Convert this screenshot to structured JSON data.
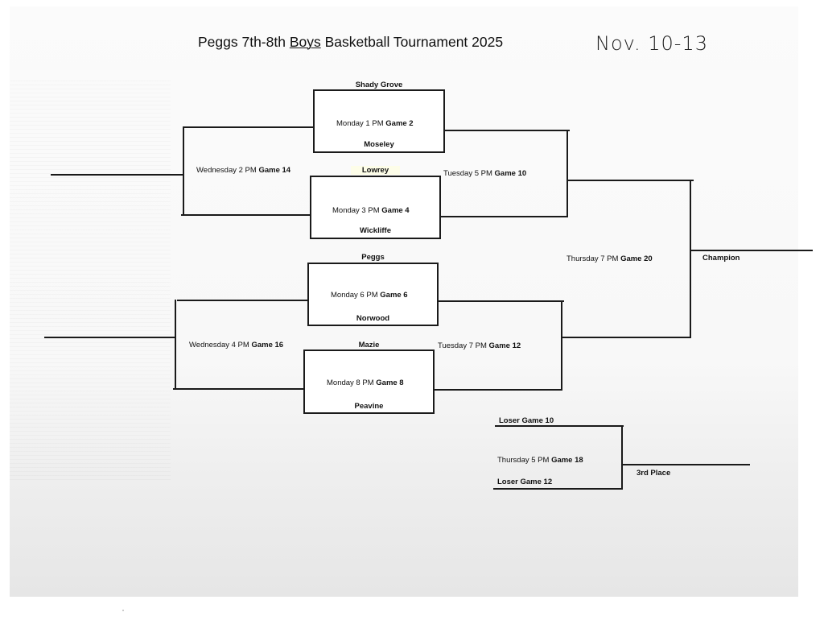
{
  "header": {
    "title_prefix": "Peggs 7th-8th ",
    "title_emphasis": "Boys",
    "title_suffix": " Basketball Tournament 2025",
    "handwritten_dates": "Nov. 10-13"
  },
  "first_round": [
    {
      "team_top": "Shady Grove",
      "time": "Monday 1 PM",
      "game": "Game 2",
      "team_bottom": "Moseley"
    },
    {
      "team_top": "Lowrey",
      "time": "Monday  3 PM",
      "game": "Game 4",
      "team_bottom": "Wickliffe"
    },
    {
      "team_top": "Peggs",
      "time": "Monday 6 PM",
      "game": "Game 6",
      "team_bottom": "Norwood"
    },
    {
      "team_top": "Mazie",
      "time": "Monday 8 PM",
      "game": "Game 8",
      "team_bottom": "Peavine"
    }
  ],
  "consolation": [
    {
      "time": "Wednesday 2 PM",
      "game": "Game 14"
    },
    {
      "time": "Wednesday 4 PM",
      "game": "Game 16"
    }
  ],
  "semifinals": [
    {
      "time": "Tuesday 5 PM",
      "game": "Game 10"
    },
    {
      "time": "Tuesday 7 PM",
      "game": "Game 12"
    }
  ],
  "final": {
    "time": "Thursday 7 PM",
    "game": "Game 20",
    "result_label": "Champion"
  },
  "third_place": {
    "top_entry": "Loser Game 10",
    "bottom_entry": "Loser Game 12",
    "time": "Thursday 5 PM",
    "game": "Game 18",
    "result_label": "3rd Place"
  }
}
